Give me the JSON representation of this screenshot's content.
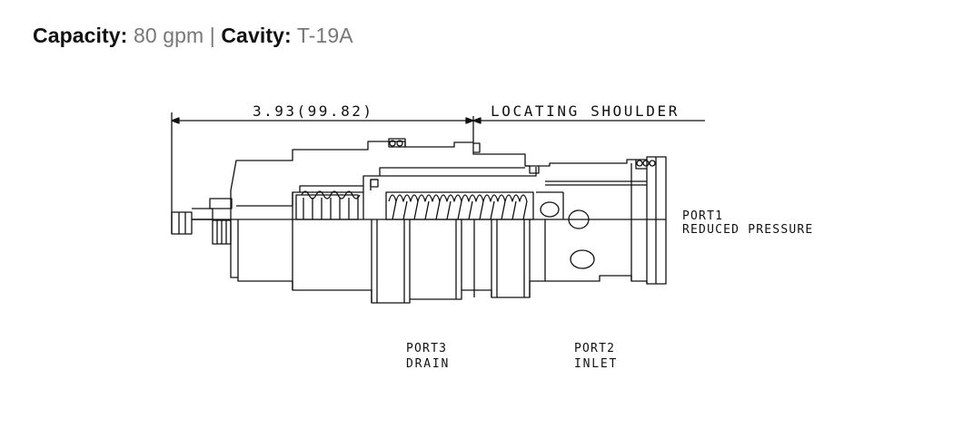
{
  "specs": {
    "capacity_label": "Capacity:",
    "capacity_value": "80 gpm",
    "separator": "|",
    "cavity_label": "Cavity:",
    "cavity_value": "T-19A"
  },
  "diagram": {
    "dimension": "3.93(99.82)",
    "shoulder_label": "LOCATING SHOULDER",
    "port1_line1": "PORT1",
    "port1_line2": "REDUCED PRESSURE",
    "port3_line1": "PORT3",
    "port3_line2": "DRAIN",
    "port2_line1": "PORT2",
    "port2_line2": "INLET"
  },
  "colors": {
    "ink": "#111111",
    "muted_text": "#777777",
    "background": "#ffffff"
  }
}
